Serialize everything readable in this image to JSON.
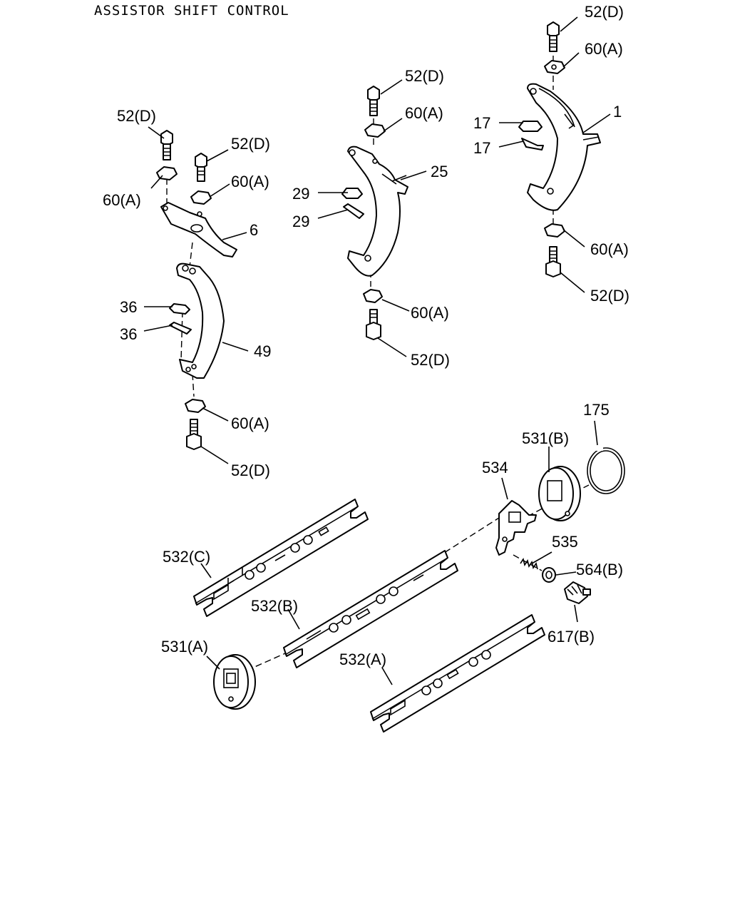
{
  "title": "ASSISTOR SHIFT CONTROL",
  "labels": {
    "l1": "52(D)",
    "l2": "60(A)",
    "l3": "1",
    "l4": "17",
    "l5": "17",
    "l6": "60(A)",
    "l7": "52(D)",
    "l8": "52(D)",
    "l9": "60(A)",
    "l10": "25",
    "l11": "29",
    "l12": "29",
    "l13": "60(A)",
    "l14": "52(D)",
    "l15": "52(D)",
    "l16": "52(D)",
    "l17": "60(A)",
    "l18": "60(A)",
    "l19": "6",
    "l20": "36",
    "l21": "36",
    "l22": "49",
    "l23": "60(A)",
    "l24": "52(D)",
    "l25": "175",
    "l26": "531(B)",
    "l27": "534",
    "l28": "535",
    "l29": "564(B)",
    "l30": "617(B)",
    "l31": "532(C)",
    "l32": "532(B)",
    "l33": "531(A)",
    "l34": "532(A)"
  },
  "parts": {
    "bolt": "hex-bolt",
    "nut": "flange-nut",
    "bracket": "shift-bracket",
    "pin": "pin",
    "rail": "shift-rail",
    "plate": "interlock-plate",
    "ring": "snap-ring",
    "spring": "coil-spring",
    "washer": "washer",
    "switch": "switch"
  }
}
